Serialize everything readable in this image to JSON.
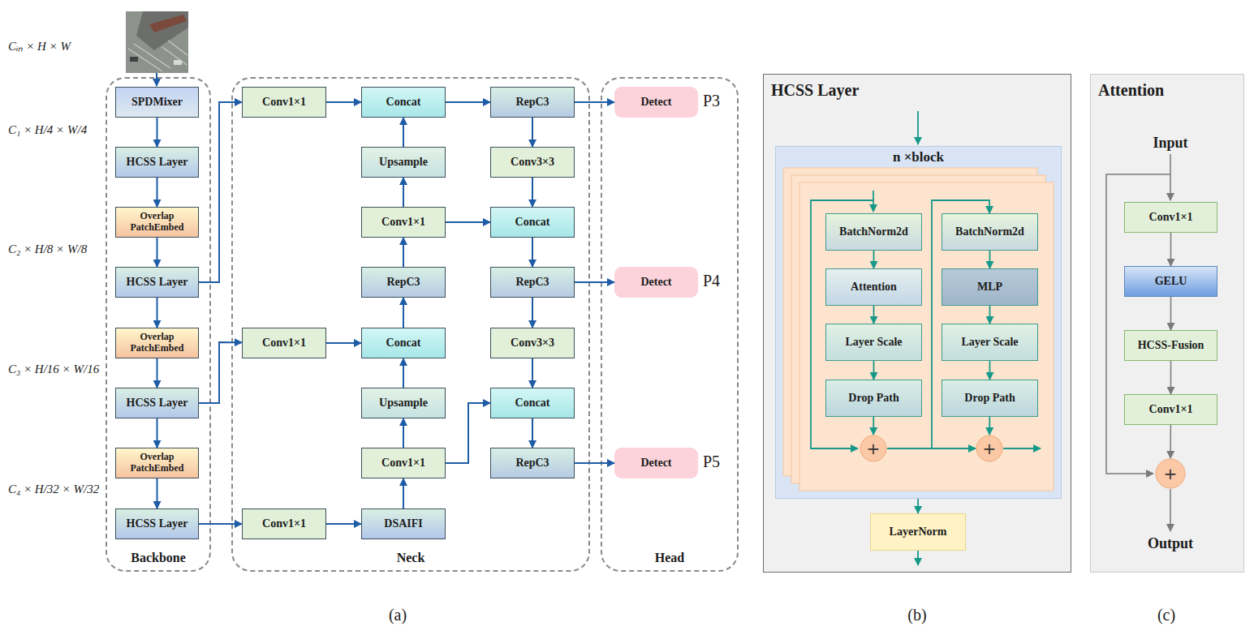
{
  "diagram": {
    "nodes": [
      {
        "text": [
          "Backbone"
        ]
      },
      {
        "text": [
          "SPDMixer"
        ],
        "in": 0
      },
      {
        "text": [
          "HCSS Layer"
        ],
        "in": 0
      },
      {
        "text": [
          "Overlap PatchEmbed"
        ],
        "in": 0
      },
      {
        "text": [
          "HCSS Layer"
        ],
        "in": 0
      },
      {
        "text": [
          "Overlap PatchEmbed"
        ],
        "in": 0
      },
      {
        "text": [
          "HCSS Layer"
        ],
        "in": 0
      },
      {
        "text": [
          "Overlap PatchEmbed"
        ],
        "in": 0
      },
      {
        "text": [
          "HCSS Layer"
        ],
        "in": 0
      },
      {
        "text": [
          "Neck"
        ]
      },
      {
        "text": [
          "Conv1×1"
        ],
        "in": 9
      },
      {
        "text": [
          "Concat"
        ],
        "in": 9
      },
      {
        "text": [
          "RepC3"
        ],
        "in": 9
      },
      {
        "text": [
          "Upsample"
        ],
        "in": 9
      },
      {
        "text": [
          "Conv3×3"
        ],
        "in": 9
      },
      {
        "text": [
          "Conv1×1"
        ],
        "in": 9
      },
      {
        "text": [
          "Concat"
        ],
        "in": 9
      },
      {
        "text": [
          "RepC3"
        ],
        "in": 9
      },
      {
        "text": [
          "RepC3"
        ],
        "in": 9
      },
      {
        "text": [
          "Conv1×1"
        ],
        "in": 9
      },
      {
        "text": [
          "Concat"
        ],
        "in": 9
      },
      {
        "text": [
          "Conv3×3"
        ],
        "in": 9
      },
      {
        "text": [
          "Upsample"
        ],
        "in": 9
      },
      {
        "text": [
          "Concat"
        ],
        "in": 9
      },
      {
        "text": [
          "Conv1×1"
        ],
        "in": 9
      },
      {
        "text": [
          "RepC3"
        ],
        "in": 9
      },
      {
        "text": [
          "Conv1×1"
        ],
        "in": 9
      },
      {
        "text": [
          "DSAIFI"
        ],
        "in": 9
      },
      {
        "text": [
          "Head"
        ]
      },
      {
        "text": [
          "Detect"
        ],
        "in": 28
      },
      {
        "text": [
          "Detect"
        ],
        "in": 28
      },
      {
        "text": [
          "Detect"
        ],
        "in": 28
      },
      {
        "text": [
          "HCSS Layer"
        ]
      },
      {
        "text": [
          "n ×block"
        ],
        "in": 32
      },
      {
        "text": [
          "BatchNorm2d"
        ],
        "in": 33
      },
      {
        "text": [
          "BatchNorm2d"
        ],
        "in": 33
      },
      {
        "text": [
          "Attention"
        ],
        "in": 33
      },
      {
        "text": [
          "MLP"
        ],
        "in": 33
      },
      {
        "text": [
          "Layer Scale"
        ],
        "in": 33
      },
      {
        "text": [
          "Layer Scale"
        ],
        "in": 33
      },
      {
        "text": [
          "Drop Path"
        ],
        "in": 33
      },
      {
        "text": [
          "Drop Path"
        ],
        "in": 33
      },
      {
        "text": [
          "+"
        ],
        "in": 33
      },
      {
        "text": [
          "+"
        ],
        "in": 33
      },
      {
        "text": [
          "LayerNorm"
        ],
        "in": 32
      },
      {
        "text": [
          "Attention"
        ]
      },
      {
        "text": [
          "Conv1×1"
        ],
        "in": 45
      },
      {
        "text": [
          "GELU"
        ],
        "in": 45
      },
      {
        "text": [
          "HCSS-Fusion"
        ],
        "in": 45
      },
      {
        "text": [
          "Conv1×1"
        ],
        "in": 45
      },
      {
        "text": [
          "+"
        ],
        "in": 45
      }
    ],
    "edges": [
      {
        "from": 1,
        "to": 2,
        "arrow": "to"
      },
      {
        "from": 2,
        "to": 3,
        "arrow": "to"
      },
      {
        "from": 3,
        "to": 4,
        "arrow": "to"
      },
      {
        "from": 4,
        "to": 5,
        "arrow": "to"
      },
      {
        "from": 5,
        "to": 6,
        "arrow": "to"
      },
      {
        "from": 6,
        "to": 7,
        "arrow": "to"
      },
      {
        "from": 7,
        "to": 8,
        "arrow": "to"
      },
      {
        "from": 4,
        "to": 10,
        "arrow": "to"
      },
      {
        "from": 6,
        "to": 19,
        "arrow": "to"
      },
      {
        "from": 8,
        "to": 26,
        "arrow": "to"
      },
      {
        "from": 10,
        "to": 11,
        "arrow": "to"
      },
      {
        "from": 19,
        "to": 20,
        "arrow": "to"
      },
      {
        "from": 26,
        "to": 27,
        "arrow": "to"
      },
      {
        "from": 27,
        "to": 24,
        "arrow": "to"
      },
      {
        "from": 24,
        "to": 22,
        "arrow": "to"
      },
      {
        "from": 22,
        "to": 20,
        "arrow": "to"
      },
      {
        "from": 20,
        "to": 17,
        "arrow": "to"
      },
      {
        "from": 17,
        "to": 15,
        "arrow": "to"
      },
      {
        "from": 15,
        "to": 13,
        "arrow": "to"
      },
      {
        "from": 13,
        "to": 11,
        "arrow": "to"
      },
      {
        "from": 11,
        "to": 12,
        "arrow": "to"
      },
      {
        "from": 12,
        "to": 14,
        "arrow": "to"
      },
      {
        "from": 14,
        "to": 16,
        "arrow": "to"
      },
      {
        "from": 15,
        "to": 16,
        "arrow": "to"
      },
      {
        "from": 16,
        "to": 18,
        "arrow": "to"
      },
      {
        "from": 18,
        "to": 21,
        "arrow": "to"
      },
      {
        "from": 21,
        "to": 23,
        "arrow": "to"
      },
      {
        "from": 24,
        "to": 23,
        "arrow": "to"
      },
      {
        "from": 23,
        "to": 25,
        "arrow": "to"
      },
      {
        "from": 12,
        "to": 29,
        "arrow": "to"
      },
      {
        "from": 18,
        "to": 30,
        "arrow": "to"
      },
      {
        "from": 25,
        "to": 31,
        "arrow": "to"
      },
      {
        "from": 33,
        "to": 44,
        "arrow": "to"
      },
      {
        "from": 34,
        "to": 36,
        "arrow": "to"
      },
      {
        "from": 36,
        "to": 38,
        "arrow": "to"
      },
      {
        "from": 38,
        "to": 40,
        "arrow": "to"
      },
      {
        "from": 40,
        "to": 42,
        "arrow": "to"
      },
      {
        "from": 42,
        "to": 35,
        "arrow": "to"
      },
      {
        "from": 42,
        "to": 43,
        "arrow": "to"
      },
      {
        "from": 35,
        "to": 37,
        "arrow": "to"
      },
      {
        "from": 37,
        "to": 39,
        "arrow": "to"
      },
      {
        "from": 39,
        "to": 41,
        "arrow": "to"
      },
      {
        "from": 41,
        "to": 43,
        "arrow": "to"
      },
      {
        "from": 46,
        "to": 47,
        "arrow": "to"
      },
      {
        "from": 47,
        "to": 48,
        "arrow": "to"
      },
      {
        "from": 48,
        "to": 49,
        "arrow": "to"
      },
      {
        "from": 49,
        "to": 50,
        "arrow": "to"
      }
    ],
    "labels": [
      "Cᵢₙ × H × W",
      "C₁ × H/4 × W/4",
      "C₂ × H/8 × W/8",
      "C₃ × H/16 × W/16",
      "C₄ × H/32 × W/32",
      "P3",
      "P4",
      "P5",
      "Input",
      "Output",
      "(a)",
      "(b)",
      "(c)"
    ]
  }
}
